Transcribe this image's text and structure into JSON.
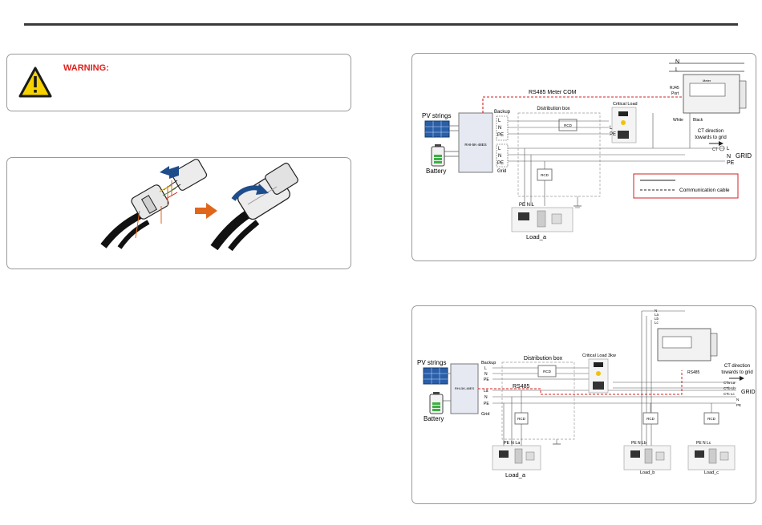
{
  "warning": {
    "title": "WARNING:"
  },
  "colors": {
    "warning_red": "#e0201c",
    "rs485_red": "#d42020",
    "legend_red": "#d42020",
    "arrow_blue": "#1e4d8c",
    "arrow_orange": "#e0661c"
  },
  "icons": [
    "warning-triangle-icon",
    "solar-panel-icon",
    "battery-icon",
    "router-icon",
    "bulb-icon",
    "computer-icon",
    "tv-icon",
    "fridge-icon",
    "meter-icon"
  ],
  "diagram1": {
    "pv": "PV strings",
    "battery": "Battery",
    "inverter": "RHI-5K-48ES",
    "backup": "Backup",
    "grid_port": "Grid",
    "L": "L",
    "N": "N",
    "PE": "PE",
    "rs485_meter": "RS485    Meter COM",
    "dist_box": "Distribution box",
    "critical_load": "Critical Load",
    "rcd": "RCD",
    "rj45": "RJ45",
    "port": "Port",
    "meter": "Meter",
    "white": "White",
    "black": "Black",
    "ct_direction": "CT direction",
    "ct_towards": "towards to grid",
    "ct": "CT",
    "grid": "GRID",
    "legend_comm": "Communication cable",
    "load_a": "Load_a",
    "pe_n_l": "PE   N   L"
  },
  "diagram2": {
    "pv": "PV strings",
    "battery": "Battery",
    "inverter": "RHI-5K-48ES",
    "backup": "Backup",
    "grid_port": "Grid",
    "dist_box": "Distribution box",
    "critical_load": "Critical Load 3kw",
    "rs485": "RS485",
    "rs485_meter": "RS485",
    "rcd": "RCD",
    "ct_direction": "CT direction",
    "ct_towards": "towards to grid",
    "grid": "GRID",
    "load_a": "Load_a",
    "load_b": "Load_b",
    "load_c": "Load_c",
    "lines_inv": [
      "L",
      "N",
      "PE",
      "La",
      "N",
      "PE"
    ],
    "lines_meter": [
      "N",
      "La",
      "Lb",
      "Lc"
    ],
    "lines_grid": [
      "CTa La",
      "CTb Lb",
      "CTc Lc",
      "N",
      "PE"
    ],
    "pe_n_la": "PE  N  La",
    "pe_n_lb": "PE  N Lb",
    "pe_n_lc": "PE  N  Lc"
  }
}
